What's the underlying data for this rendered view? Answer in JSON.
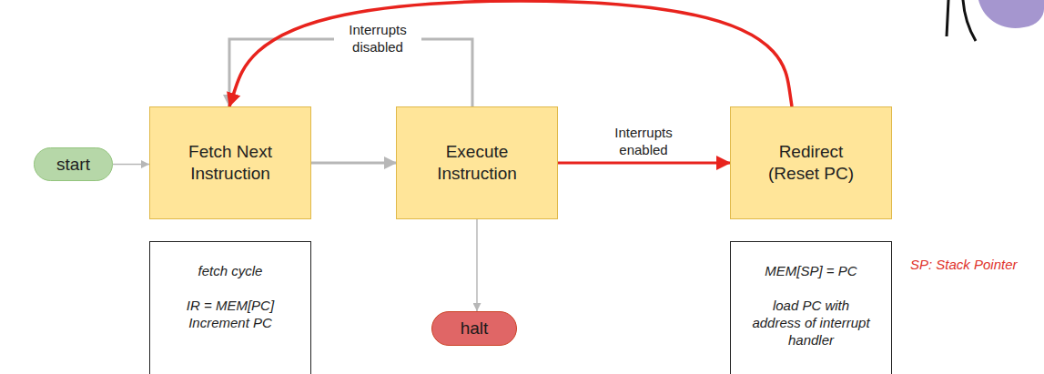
{
  "diagram": {
    "nodes": [
      {
        "text": [
          "start"
        ]
      },
      {
        "text": [
          "Fetch Next Instruction"
        ]
      },
      {
        "text": [
          "fetch cycle",
          "IR = MEM[PC] Increment PC"
        ]
      },
      {
        "text": [
          "Execute Instruction"
        ]
      },
      {
        "text": [
          "halt"
        ]
      },
      {
        "text": [
          "Redirect (Reset PC)"
        ]
      },
      {
        "text": [
          "MEM[SP] = PC",
          "load PC with address of interrupt handler"
        ]
      }
    ],
    "edges": [
      {
        "from": 0,
        "to": 1,
        "arrow": "to"
      },
      {
        "from": 1,
        "to": 3,
        "arrow": "to"
      },
      {
        "from": 3,
        "to": 1,
        "label": "Interrupts disabled",
        "arrow": "to"
      },
      {
        "from": 3,
        "to": 4,
        "arrow": "to"
      },
      {
        "from": 3,
        "to": 5,
        "label": "Interrupts enabled",
        "arrow": "to"
      },
      {
        "from": 5,
        "to": 1,
        "arrow": "to"
      }
    ],
    "labels": [
      "SP: Stack Pointer"
    ]
  }
}
